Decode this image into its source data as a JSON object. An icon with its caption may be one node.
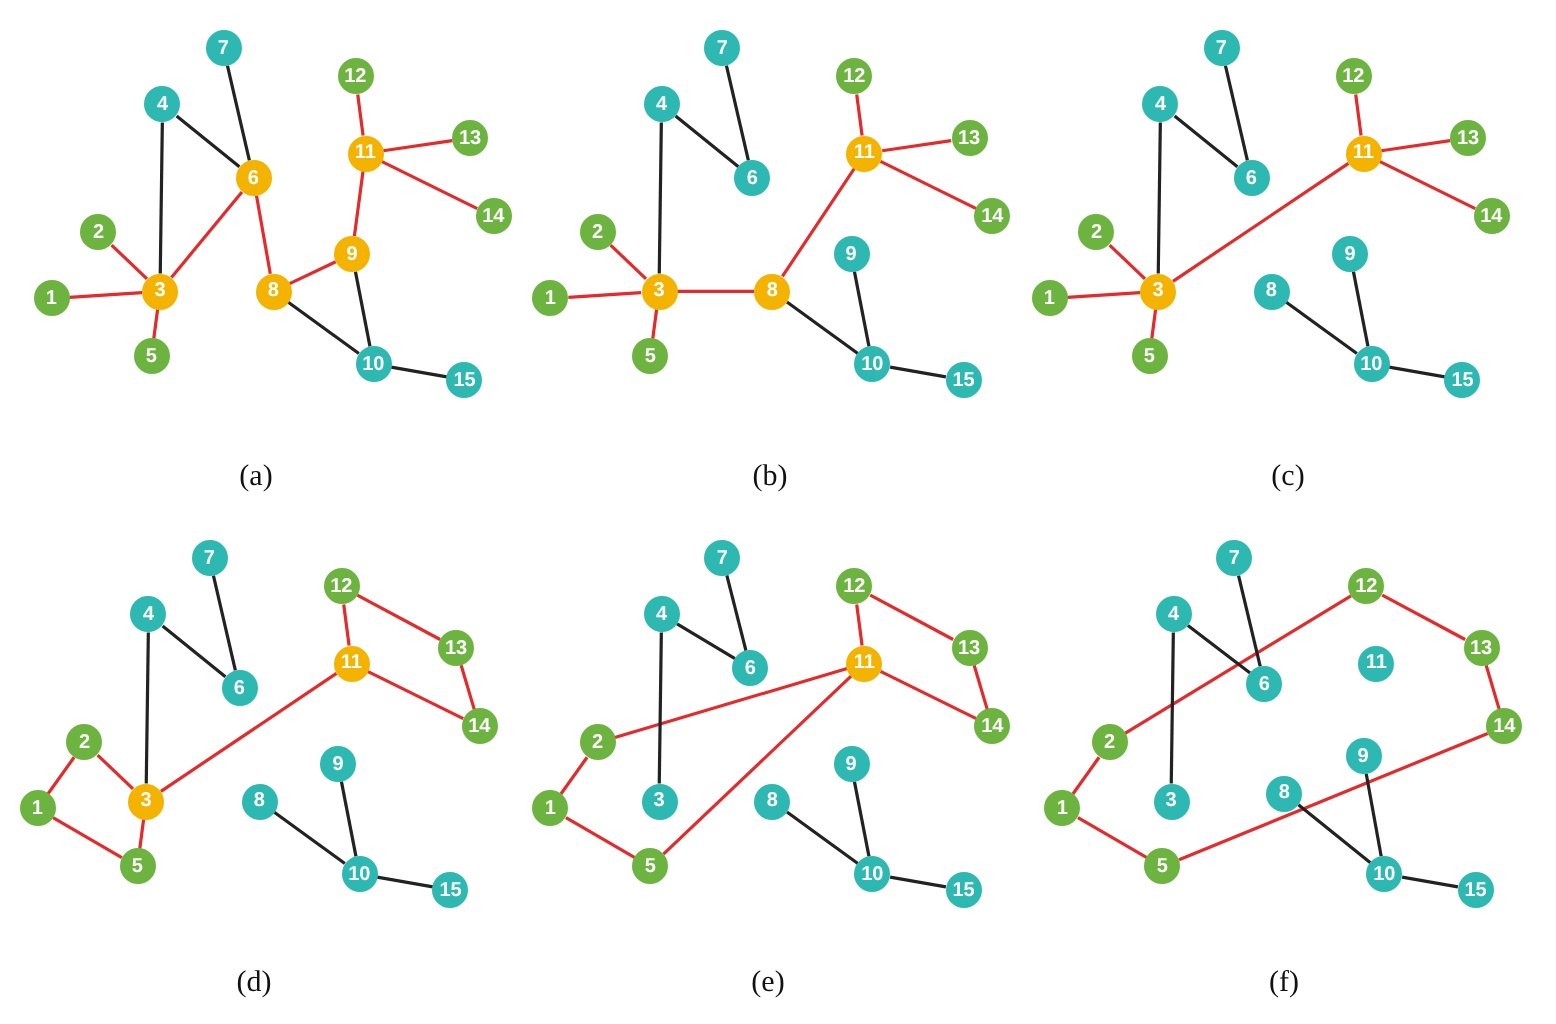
{
  "diagram": {
    "nodes": [
      {
        "text": [
          "1"
        ]
      },
      {
        "text": [
          "2"
        ]
      },
      {
        "text": [
          "3"
        ]
      },
      {
        "text": [
          "4"
        ]
      },
      {
        "text": [
          "5"
        ]
      },
      {
        "text": [
          "6"
        ]
      },
      {
        "text": [
          "7"
        ]
      },
      {
        "text": [
          "8"
        ]
      },
      {
        "text": [
          "9"
        ]
      },
      {
        "text": [
          "10"
        ]
      },
      {
        "text": [
          "11"
        ]
      },
      {
        "text": [
          "12"
        ]
      },
      {
        "text": [
          "13"
        ]
      },
      {
        "text": [
          "14"
        ]
      },
      {
        "text": [
          "15"
        ]
      },
      {
        "text": [
          "1"
        ]
      },
      {
        "text": [
          "2"
        ]
      },
      {
        "text": [
          "3"
        ]
      },
      {
        "text": [
          "4"
        ]
      },
      {
        "text": [
          "5"
        ]
      },
      {
        "text": [
          "6"
        ]
      },
      {
        "text": [
          "7"
        ]
      },
      {
        "text": [
          "8"
        ]
      },
      {
        "text": [
          "9"
        ]
      },
      {
        "text": [
          "10"
        ]
      },
      {
        "text": [
          "11"
        ]
      },
      {
        "text": [
          "12"
        ]
      },
      {
        "text": [
          "13"
        ]
      },
      {
        "text": [
          "14"
        ]
      },
      {
        "text": [
          "15"
        ]
      },
      {
        "text": [
          "1"
        ]
      },
      {
        "text": [
          "2"
        ]
      },
      {
        "text": [
          "3"
        ]
      },
      {
        "text": [
          "4"
        ]
      },
      {
        "text": [
          "5"
        ]
      },
      {
        "text": [
          "6"
        ]
      },
      {
        "text": [
          "7"
        ]
      },
      {
        "text": [
          "8"
        ]
      },
      {
        "text": [
          "9"
        ]
      },
      {
        "text": [
          "10"
        ]
      },
      {
        "text": [
          "11"
        ]
      },
      {
        "text": [
          "12"
        ]
      },
      {
        "text": [
          "13"
        ]
      },
      {
        "text": [
          "14"
        ]
      },
      {
        "text": [
          "15"
        ]
      },
      {
        "text": [
          "1"
        ]
      },
      {
        "text": [
          "2"
        ]
      },
      {
        "text": [
          "3"
        ]
      },
      {
        "text": [
          "4"
        ]
      },
      {
        "text": [
          "5"
        ]
      },
      {
        "text": [
          "6"
        ]
      },
      {
        "text": [
          "7"
        ]
      },
      {
        "text": [
          "8"
        ]
      },
      {
        "text": [
          "9"
        ]
      },
      {
        "text": [
          "10"
        ]
      },
      {
        "text": [
          "11"
        ]
      },
      {
        "text": [
          "12"
        ]
      },
      {
        "text": [
          "13"
        ]
      },
      {
        "text": [
          "14"
        ]
      },
      {
        "text": [
          "15"
        ]
      },
      {
        "text": [
          "1"
        ]
      },
      {
        "text": [
          "2"
        ]
      },
      {
        "text": [
          "3"
        ]
      },
      {
        "text": [
          "4"
        ]
      },
      {
        "text": [
          "5"
        ]
      },
      {
        "text": [
          "6"
        ]
      },
      {
        "text": [
          "7"
        ]
      },
      {
        "text": [
          "8"
        ]
      },
      {
        "text": [
          "9"
        ]
      },
      {
        "text": [
          "10"
        ]
      },
      {
        "text": [
          "11"
        ]
      },
      {
        "text": [
          "12"
        ]
      },
      {
        "text": [
          "13"
        ]
      },
      {
        "text": [
          "14"
        ]
      },
      {
        "text": [
          "15"
        ]
      },
      {
        "text": [
          "1"
        ]
      },
      {
        "text": [
          "2"
        ]
      },
      {
        "text": [
          "3"
        ]
      },
      {
        "text": [
          "4"
        ]
      },
      {
        "text": [
          "5"
        ]
      },
      {
        "text": [
          "6"
        ]
      },
      {
        "text": [
          "7"
        ]
      },
      {
        "text": [
          "8"
        ]
      },
      {
        "text": [
          "9"
        ]
      },
      {
        "text": [
          "10"
        ]
      },
      {
        "text": [
          "11"
        ]
      },
      {
        "text": [
          "12"
        ]
      },
      {
        "text": [
          "13"
        ]
      },
      {
        "text": [
          "14"
        ]
      },
      {
        "text": [
          "15"
        ]
      }
    ],
    "edges": [
      {
        "from": 0,
        "to": 2,
        "arrow": "none"
      },
      {
        "from": 1,
        "to": 2,
        "arrow": "none"
      },
      {
        "from": 2,
        "to": 4,
        "arrow": "none"
      },
      {
        "from": 2,
        "to": 3,
        "arrow": "none",
        "color": "#222222"
      },
      {
        "from": 2,
        "to": 5,
        "arrow": "none"
      },
      {
        "from": 3,
        "to": 5,
        "arrow": "none",
        "color": "#222222"
      },
      {
        "from": 5,
        "to": 6,
        "arrow": "none",
        "color": "#222222"
      },
      {
        "from": 5,
        "to": 7,
        "arrow": "none"
      },
      {
        "from": 7,
        "to": 8,
        "arrow": "none"
      },
      {
        "from": 8,
        "to": 10,
        "arrow": "none"
      },
      {
        "from": 10,
        "to": 11,
        "arrow": "none"
      },
      {
        "from": 10,
        "to": 12,
        "arrow": "none"
      },
      {
        "from": 10,
        "to": 13,
        "arrow": "none"
      },
      {
        "from": 7,
        "to": 9,
        "arrow": "none",
        "color": "#222222"
      },
      {
        "from": 8,
        "to": 9,
        "arrow": "none",
        "color": "#222222"
      },
      {
        "from": 9,
        "to": 14,
        "arrow": "none",
        "color": "#222222"
      },
      {
        "from": 15,
        "to": 17,
        "arrow": "none"
      },
      {
        "from": 16,
        "to": 17,
        "arrow": "none"
      },
      {
        "from": 17,
        "to": 19,
        "arrow": "none"
      },
      {
        "from": 17,
        "to": 18,
        "arrow": "none",
        "color": "#222222"
      },
      {
        "from": 18,
        "to": 20,
        "arrow": "none",
        "color": "#222222"
      },
      {
        "from": 20,
        "to": 21,
        "arrow": "none",
        "color": "#222222"
      },
      {
        "from": 17,
        "to": 22,
        "arrow": "none"
      },
      {
        "from": 22,
        "to": 25,
        "arrow": "none"
      },
      {
        "from": 25,
        "to": 26,
        "arrow": "none"
      },
      {
        "from": 25,
        "to": 27,
        "arrow": "none"
      },
      {
        "from": 25,
        "to": 28,
        "arrow": "none"
      },
      {
        "from": 22,
        "to": 24,
        "arrow": "none",
        "color": "#222222"
      },
      {
        "from": 23,
        "to": 24,
        "arrow": "none",
        "color": "#222222"
      },
      {
        "from": 24,
        "to": 29,
        "arrow": "none",
        "color": "#222222"
      },
      {
        "from": 30,
        "to": 32,
        "arrow": "none"
      },
      {
        "from": 31,
        "to": 32,
        "arrow": "none"
      },
      {
        "from": 32,
        "to": 34,
        "arrow": "none"
      },
      {
        "from": 32,
        "to": 33,
        "arrow": "none",
        "color": "#222222"
      },
      {
        "from": 33,
        "to": 35,
        "arrow": "none",
        "color": "#222222"
      },
      {
        "from": 35,
        "to": 36,
        "arrow": "none",
        "color": "#222222"
      },
      {
        "from": 32,
        "to": 40,
        "arrow": "none"
      },
      {
        "from": 40,
        "to": 41,
        "arrow": "none"
      },
      {
        "from": 40,
        "to": 42,
        "arrow": "none"
      },
      {
        "from": 40,
        "to": 43,
        "arrow": "none"
      },
      {
        "from": 37,
        "to": 39,
        "arrow": "none",
        "color": "#222222"
      },
      {
        "from": 38,
        "to": 39,
        "arrow": "none",
        "color": "#222222"
      },
      {
        "from": 39,
        "to": 44,
        "arrow": "none",
        "color": "#222222"
      },
      {
        "from": 45,
        "to": 46,
        "arrow": "none"
      },
      {
        "from": 46,
        "to": 47,
        "arrow": "none"
      },
      {
        "from": 45,
        "to": 49,
        "arrow": "none"
      },
      {
        "from": 47,
        "to": 49,
        "arrow": "none"
      },
      {
        "from": 47,
        "to": 48,
        "arrow": "none",
        "color": "#222222"
      },
      {
        "from": 48,
        "to": 50,
        "arrow": "none",
        "color": "#222222"
      },
      {
        "from": 50,
        "to": 51,
        "arrow": "none",
        "color": "#222222"
      },
      {
        "from": 47,
        "to": 55,
        "arrow": "none"
      },
      {
        "from": 55,
        "to": 56,
        "arrow": "none"
      },
      {
        "from": 56,
        "to": 57,
        "arrow": "none"
      },
      {
        "from": 57,
        "to": 58,
        "arrow": "none"
      },
      {
        "from": 55,
        "to": 58,
        "arrow": "none"
      },
      {
        "from": 52,
        "to": 54,
        "arrow": "none",
        "color": "#222222"
      },
      {
        "from": 53,
        "to": 54,
        "arrow": "none",
        "color": "#222222"
      },
      {
        "from": 54,
        "to": 59,
        "arrow": "none",
        "color": "#222222"
      },
      {
        "from": 60,
        "to": 61,
        "arrow": "none"
      },
      {
        "from": 61,
        "to": 70,
        "arrow": "none"
      },
      {
        "from": 60,
        "to": 64,
        "arrow": "none"
      },
      {
        "from": 64,
        "to": 70,
        "arrow": "none"
      },
      {
        "from": 62,
        "to": 63,
        "arrow": "none",
        "color": "#222222"
      },
      {
        "from": 63,
        "to": 65,
        "arrow": "none",
        "color": "#222222"
      },
      {
        "from": 65,
        "to": 66,
        "arrow": "none",
        "color": "#222222"
      },
      {
        "from": 70,
        "to": 71,
        "arrow": "none"
      },
      {
        "from": 71,
        "to": 72,
        "arrow": "none"
      },
      {
        "from": 72,
        "to": 73,
        "arrow": "none"
      },
      {
        "from": 70,
        "to": 73,
        "arrow": "none"
      },
      {
        "from": 67,
        "to": 69,
        "arrow": "none",
        "color": "#222222"
      },
      {
        "from": 68,
        "to": 69,
        "arrow": "none",
        "color": "#222222"
      },
      {
        "from": 69,
        "to": 74,
        "arrow": "none",
        "color": "#222222"
      },
      {
        "from": 75,
        "to": 76,
        "arrow": "none"
      },
      {
        "from": 76,
        "to": 86,
        "arrow": "none"
      },
      {
        "from": 86,
        "to": 87,
        "arrow": "none"
      },
      {
        "from": 87,
        "to": 88,
        "arrow": "none"
      },
      {
        "from": 79,
        "to": 88,
        "arrow": "none"
      },
      {
        "from": 75,
        "to": 79,
        "arrow": "none"
      },
      {
        "from": 77,
        "to": 78,
        "arrow": "none",
        "color": "#222222"
      },
      {
        "from": 78,
        "to": 80,
        "arrow": "none",
        "color": "#222222"
      },
      {
        "from": 80,
        "to": 81,
        "arrow": "none",
        "color": "#222222"
      },
      {
        "from": 82,
        "to": 84,
        "arrow": "none",
        "color": "#222222"
      },
      {
        "from": 83,
        "to": 84,
        "arrow": "none",
        "color": "#222222"
      },
      {
        "from": 84,
        "to": 89,
        "arrow": "none",
        "color": "#222222"
      }
    ],
    "labels": [
      "(a)",
      "(b)",
      "(c)",
      "(d)",
      "(e)",
      "(f)"
    ]
  }
}
